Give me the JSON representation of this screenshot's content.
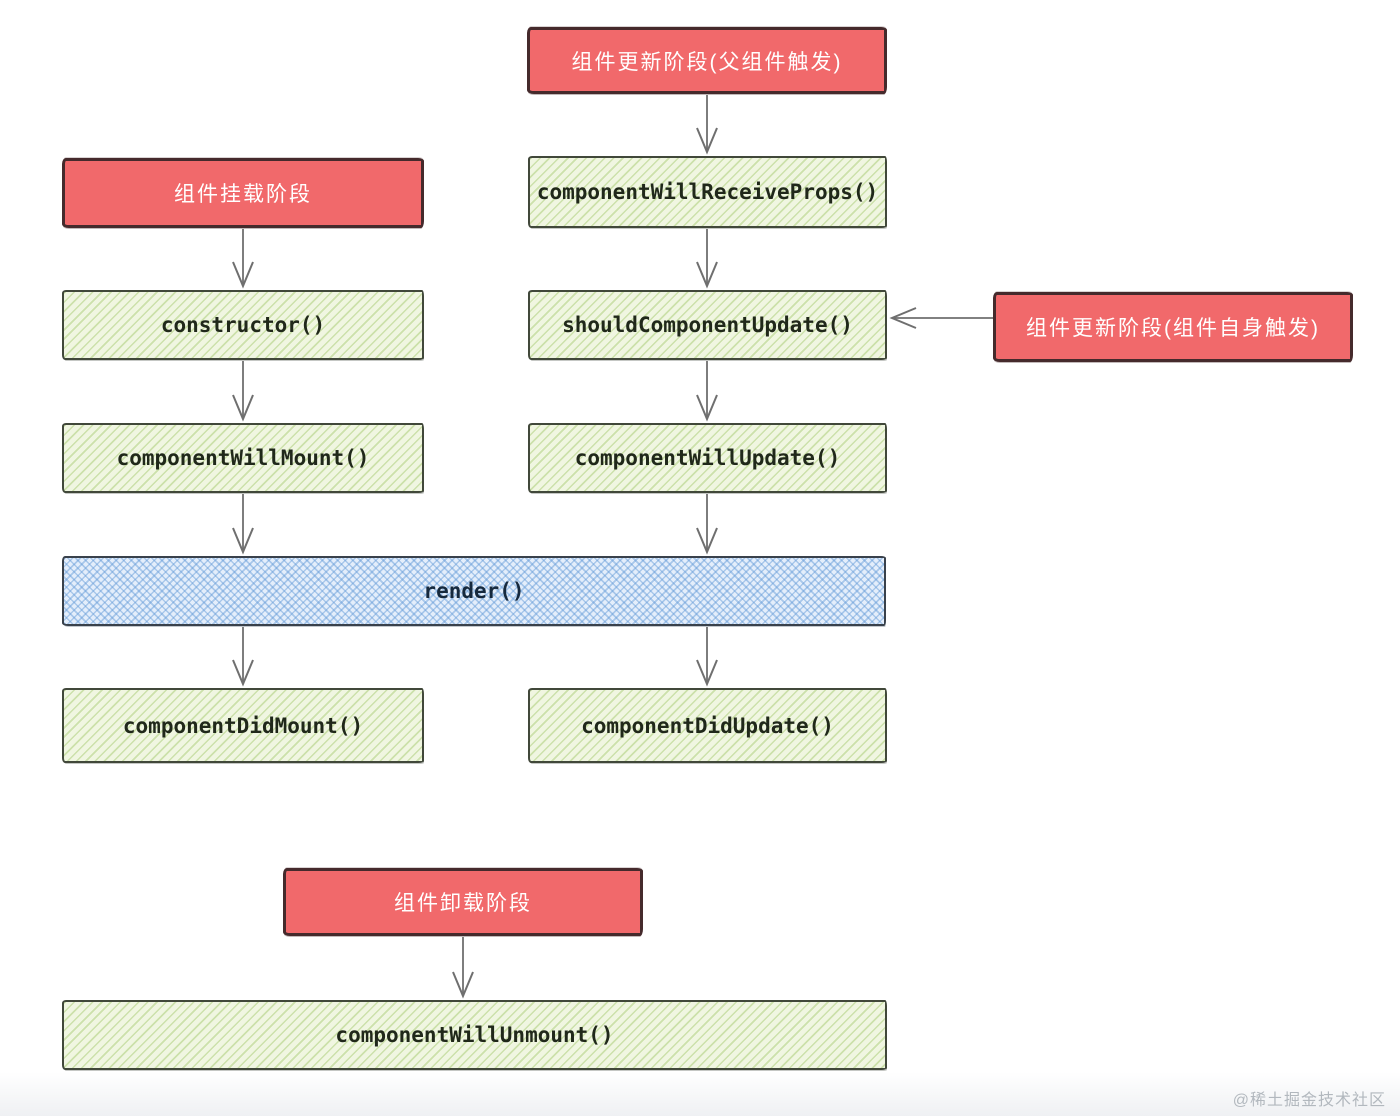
{
  "phases": {
    "update_parent": "组件更新阶段(父组件触发)",
    "mount": "组件挂载阶段",
    "update_self": "组件更新阶段(组件自身触发)",
    "unmount": "组件卸载阶段"
  },
  "methods": {
    "will_receive_props": "componentWillReceiveProps()",
    "ctor": "constructor()",
    "should_update": "shouldComponentUpdate()",
    "will_mount": "componentWillMount()",
    "will_update": "componentWillUpdate()",
    "render": "render()",
    "did_mount": "componentDidMount()",
    "did_update": "componentDidUpdate()",
    "will_unmount": "componentWillUnmount()"
  },
  "watermark": "@稀土掘金技术社区",
  "colors": {
    "phase_fill": "#f1696b",
    "phase_border": "#452a2c",
    "method_fill": "#f0f6e1",
    "method_hatch": "#92be52",
    "method_border": "#41483a",
    "render_fill": "#e4eefb",
    "render_hatch": "#6098d6",
    "render_border": "#39414b",
    "arrow": "#6f6f6f",
    "watermark_text": "#b2b8be"
  }
}
